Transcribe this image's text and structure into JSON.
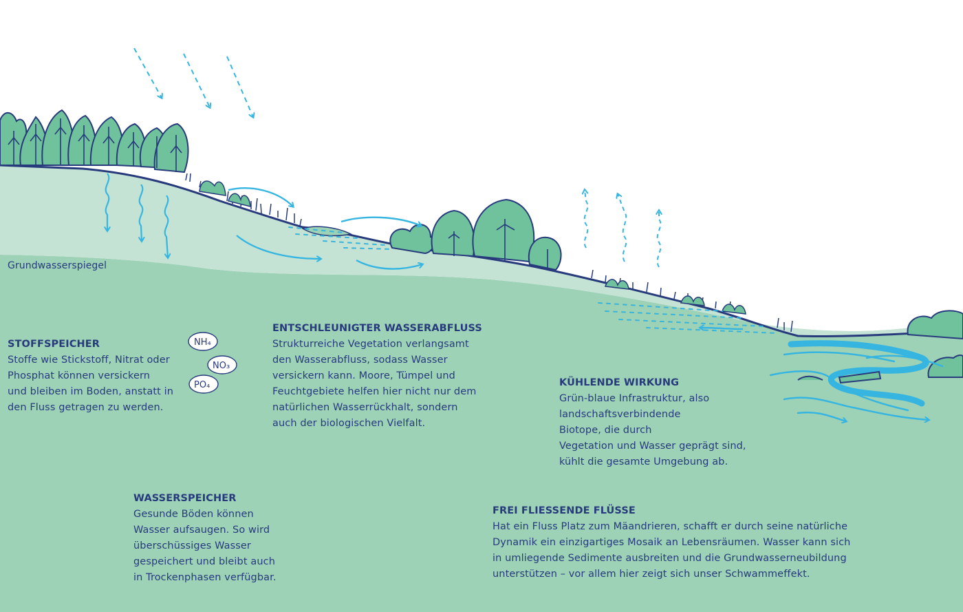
{
  "groundwater_label": "Grundwasserspiegel",
  "sections": {
    "stoffspeicher": {
      "title": "STOFFSPEICHER",
      "text": "Stoffe wie Stickstoff, Nitrat oder\nPhosphat können versickern\nund bleiben im Boden, anstatt in\nden Fluss getragen zu werden."
    },
    "wasserabfluss": {
      "title": "ENTSCHLEUNIGTER WASSERABFLUSS",
      "text": "Strukturreiche Vegetation verlangsamt\nden Wasserabfluss, sodass Wasser\nversickern kann. Moore, Tümpel und\nFeuchtgebiete helfen hier nicht nur dem\nnatürlichen Wasserrückhalt, sondern\nauch der biologischen Vielfalt."
    },
    "kuehlend": {
      "title": "KÜHLENDE WIRKUNG",
      "text": "Grün-blaue Infrastruktur, also\nlandschaftsverbindende\nBiotope, die durch\nVegetation und Wasser geprägt sind,\nkühlt die gesamte Umgebung ab."
    },
    "wasserspeicher": {
      "title": "WASSERSPEICHER",
      "text": "Gesunde Böden können\nWasser aufsaugen. So wird\nüberschüssiges Wasser\ngespeichert und bleibt auch\nin Trockenphasen verfügbar."
    },
    "fluesse": {
      "title": "FREI FLIESSENDE FLÜSSE",
      "text": "Hat ein Fluss Platz zum Mäandrieren, schafft er durch seine natürliche\nDynamik ein einzigartiges Mosaik an Lebensräumen. Wasser kann sich\nin umliegende Sedimente ausbreiten und die Grundwasserneubildung\nunterstützen – vor allem hier zeigt sich unser Schwammeffekt."
    }
  },
  "nutrients": [
    "NH₄",
    "NO₃",
    "PO₄"
  ],
  "colors": {
    "deep_soil": "#9ed2b7",
    "upper_soil": "#c4e3d4",
    "vegetation": "#6fc29b",
    "outline": "#263a7c",
    "water": "#35b5e0"
  }
}
